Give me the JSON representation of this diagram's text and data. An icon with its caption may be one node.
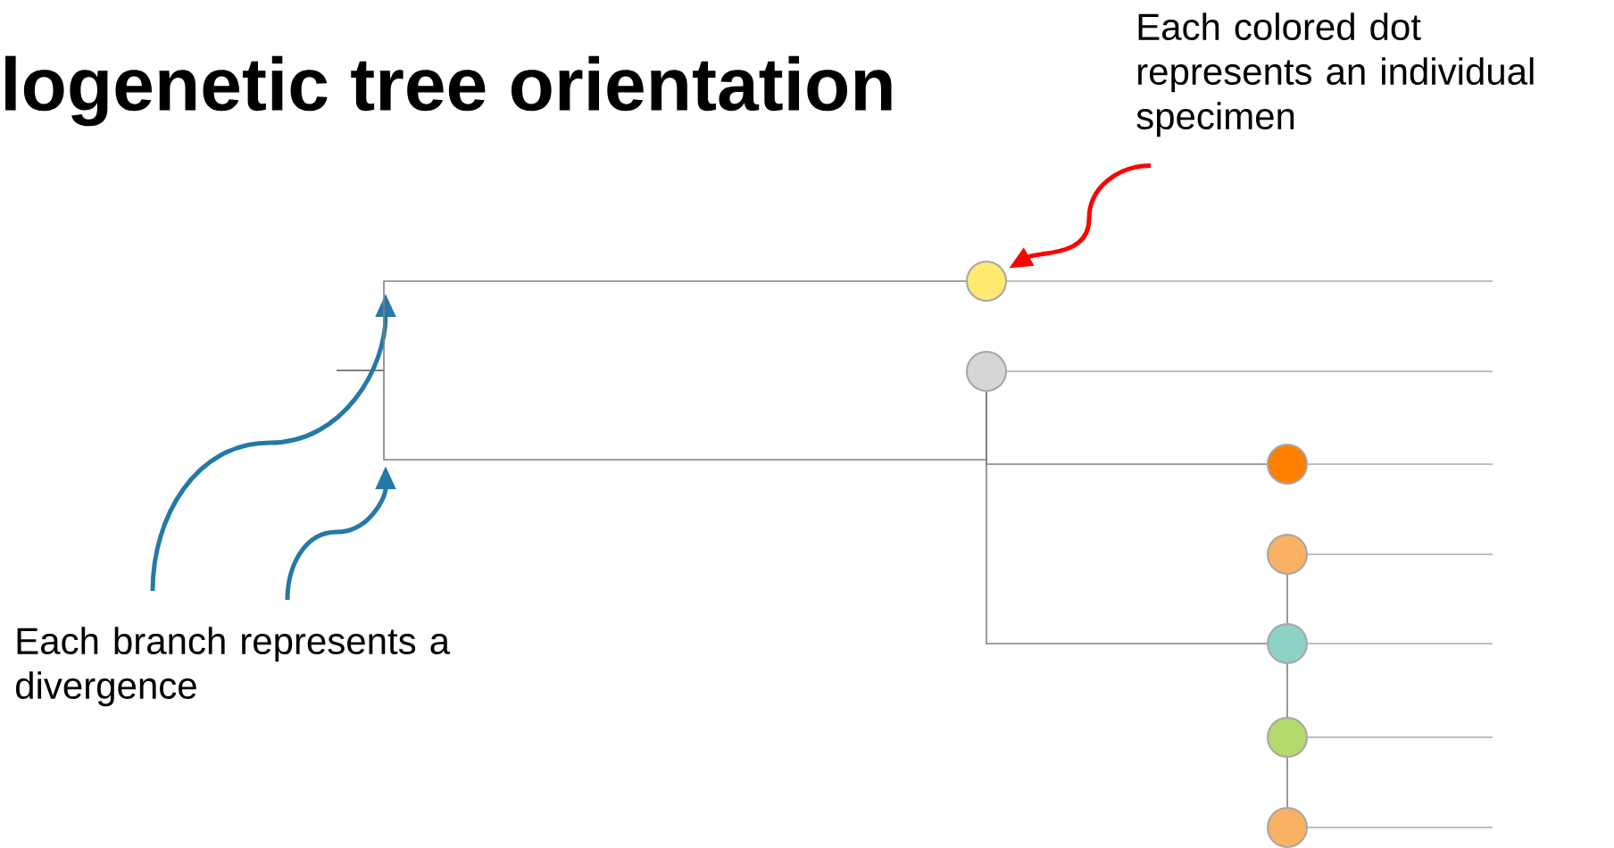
{
  "diagram": {
    "title": "logenetic tree orientation",
    "nodes": [
      {
        "text": [
          "Each colored dot represents an individual specimen"
        ]
      },
      {
        "text": [],
        "shape": "circle"
      },
      {
        "text": [],
        "shape": "circle"
      },
      {
        "text": [],
        "shape": "circle"
      },
      {
        "text": [],
        "shape": "circle"
      },
      {
        "text": [],
        "shape": "circle"
      },
      {
        "text": [],
        "shape": "circle"
      },
      {
        "text": [],
        "shape": "circle"
      },
      {
        "text": [
          "Each branch represents a divergence"
        ]
      }
    ],
    "edges": [
      {
        "from": 0,
        "to": 1,
        "arrow": "to",
        "style": "thick",
        "color": "#ff0000"
      },
      {
        "from": 8,
        "to": null,
        "arrow": "to",
        "style": "thick",
        "color": "#2479a8"
      },
      {
        "from": 8,
        "to": null,
        "arrow": "to",
        "style": "thick",
        "color": "#2479a8"
      },
      {
        "from": 1,
        "to": 2,
        "arrow": "none"
      },
      {
        "from": 2,
        "to": 3,
        "arrow": "none"
      },
      {
        "from": 2,
        "to": 5,
        "arrow": "none"
      },
      {
        "from": 4,
        "to": 5,
        "arrow": "none"
      },
      {
        "from": 5,
        "to": 6,
        "arrow": "none"
      },
      {
        "from": 6,
        "to": 7,
        "arrow": "none"
      }
    ]
  }
}
